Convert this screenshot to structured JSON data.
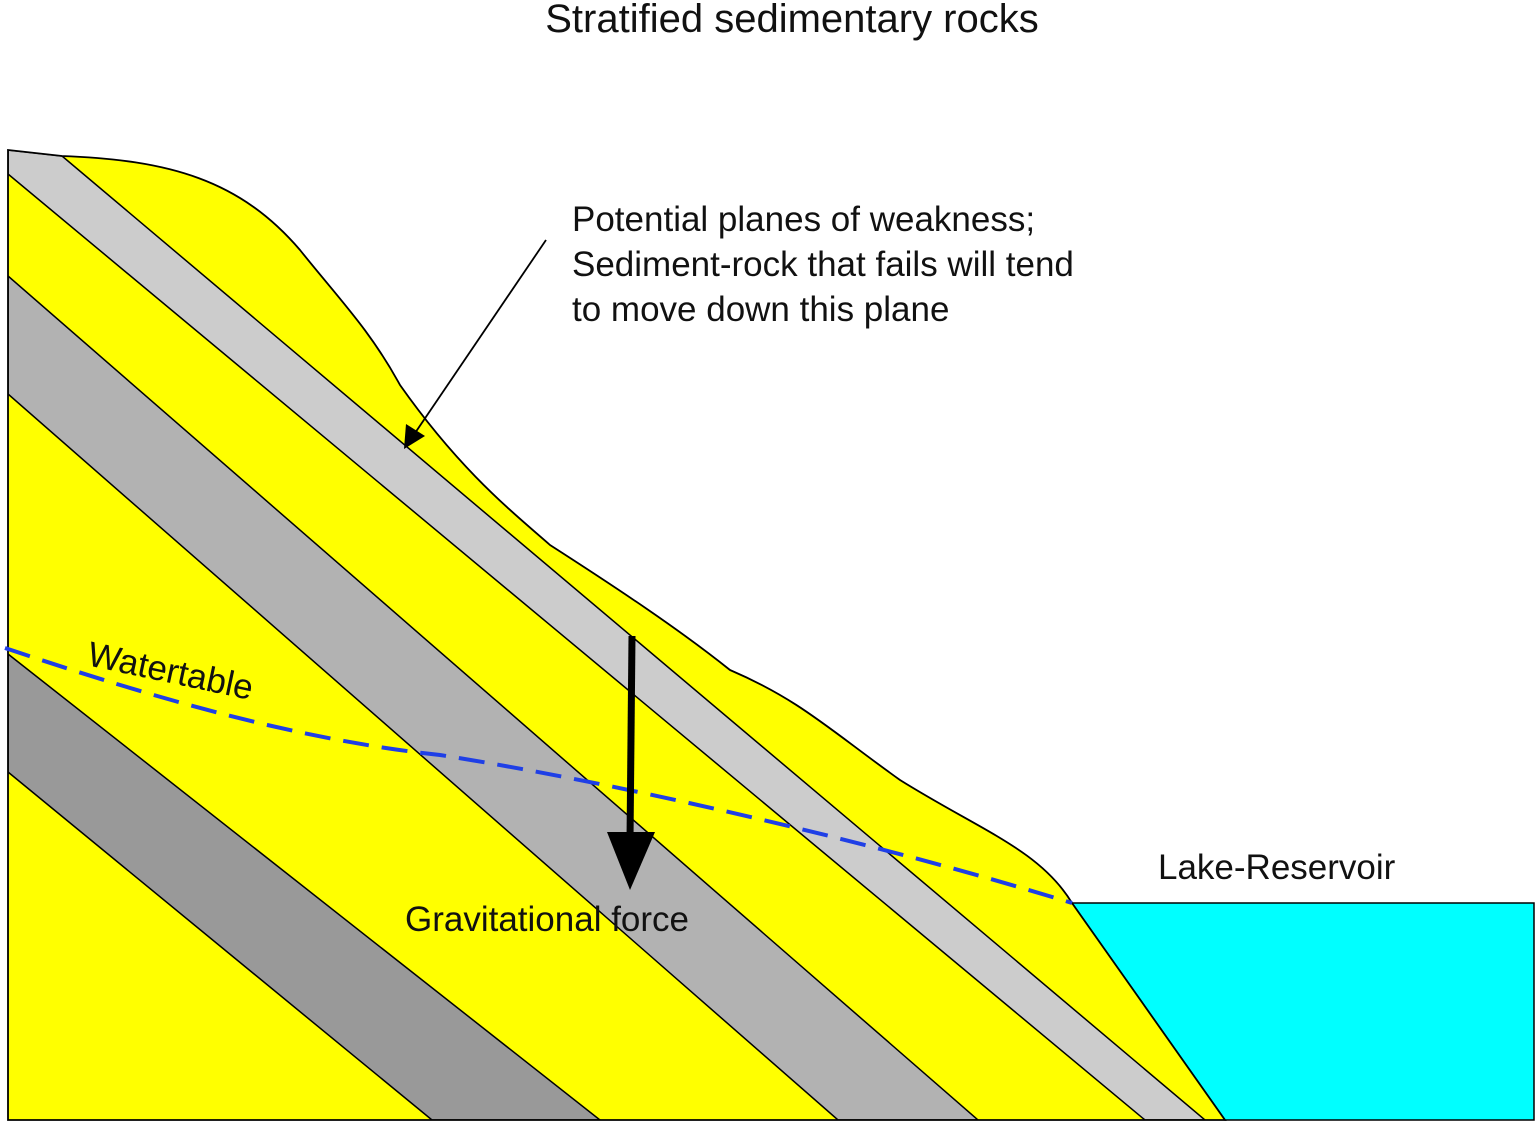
{
  "title": "Stratified sedimentary rocks",
  "annotation": {
    "lines": [
      "Potential planes of weakness;",
      "Sediment-rock that fails will tend",
      "to move down this plane"
    ]
  },
  "labels": {
    "watertable": "Watertable",
    "gravitational_force": "Gravitational force",
    "lake_reservoir": "Lake-Reservoir"
  },
  "colors": {
    "sediment_yellow": "#ffff00",
    "light_gray_bed": "#cccccc",
    "medium_gray_bed": "#b2b2b2",
    "dark_gray_bed": "#999999",
    "lake_cyan": "#00ffff",
    "watertable_blue": "#1f3fe6",
    "outline": "#000000"
  }
}
